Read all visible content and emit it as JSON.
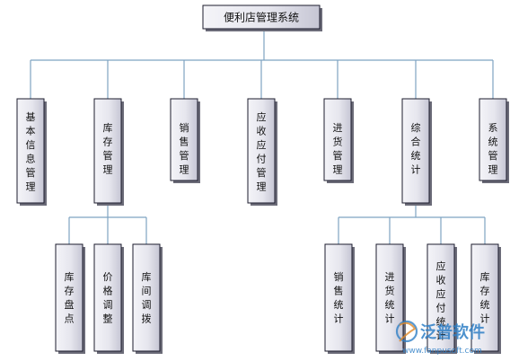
{
  "root": {
    "label": "便利店管理系统"
  },
  "modules": [
    {
      "label": "基本信息管理"
    },
    {
      "label": "库存管理"
    },
    {
      "label": "销售管理"
    },
    {
      "label": "应收应付管理"
    },
    {
      "label": "进货管理"
    },
    {
      "label": "综合统计"
    },
    {
      "label": "系统管理"
    }
  ],
  "inventory_children": [
    {
      "label": "库存盘点"
    },
    {
      "label": "价格调整"
    },
    {
      "label": "库间调拨"
    }
  ],
  "statistics_children": [
    {
      "label": "销售统计"
    },
    {
      "label": "进货统计"
    },
    {
      "label": "应收应付统计"
    },
    {
      "label": "库存统计"
    }
  ],
  "watermark": {
    "brand": "泛普软件",
    "url": "www.fanpusoft.com"
  },
  "colors": {
    "box_top": "#f2f2f6",
    "box_bottom": "#c9c9d6",
    "line": "#7ea3c2",
    "watermark": "#2f7fc6"
  }
}
